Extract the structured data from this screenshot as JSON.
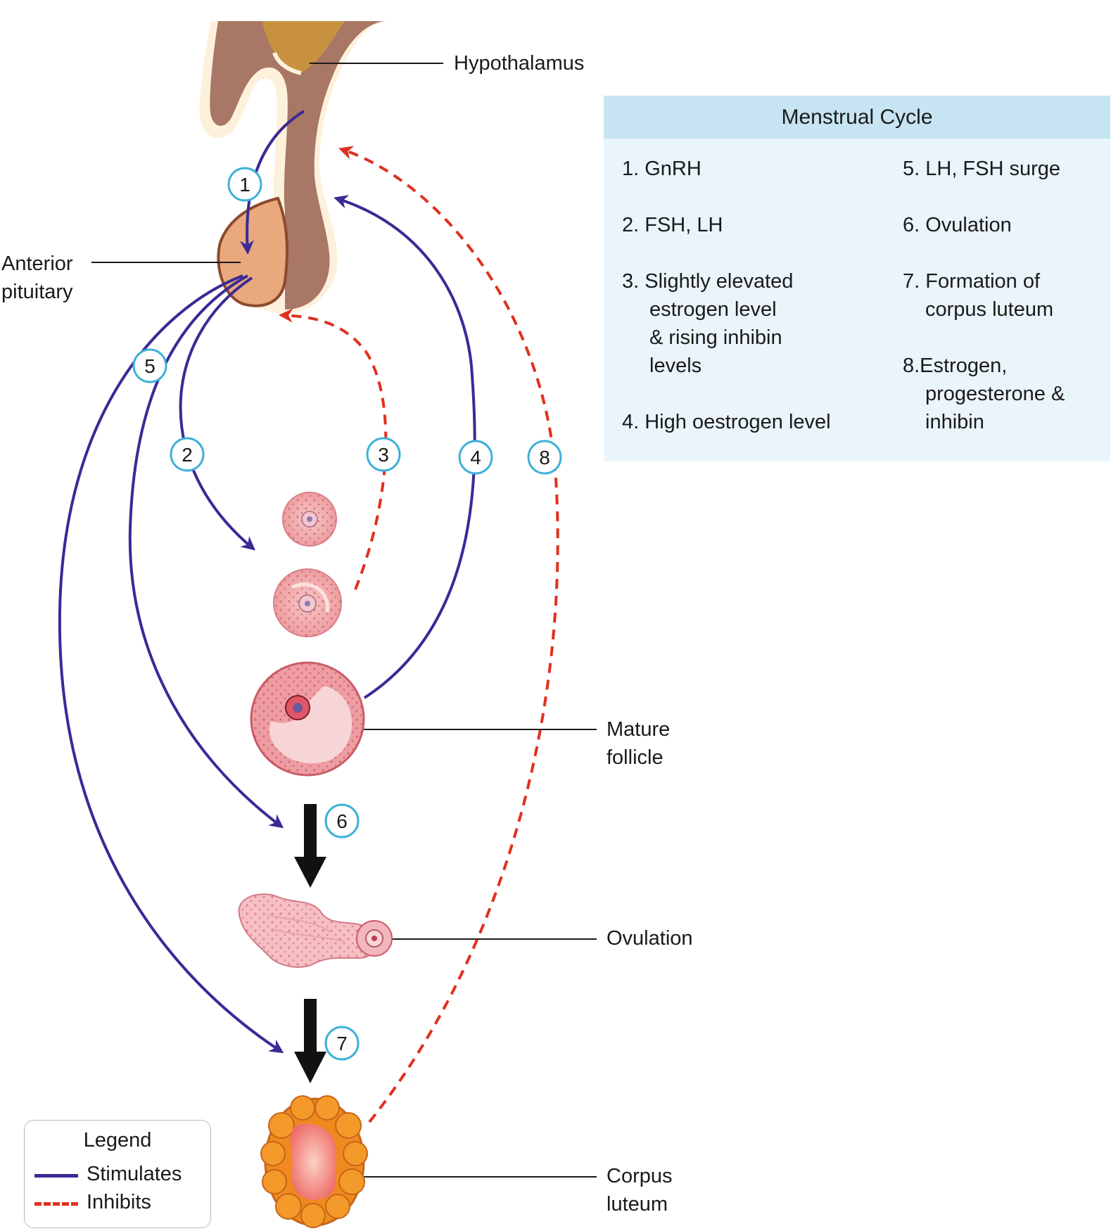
{
  "labels": {
    "hypothalamus": "Hypothalamus",
    "anterior_pituitary": [
      "Anterior",
      "pituitary"
    ],
    "mature_follicle": [
      "Mature",
      "follicle"
    ],
    "ovulation": "Ovulation",
    "corpus_luteum": [
      "Corpus",
      "luteum"
    ]
  },
  "steps": [
    "1",
    "2",
    "3",
    "4",
    "5",
    "6",
    "7",
    "8"
  ],
  "panel": {
    "title": "Menstrual Cycle",
    "left_items": [
      [
        "1. GnRH"
      ],
      [
        "2. FSH, LH"
      ],
      [
        "3. Slightly elevated",
        "estrogen level",
        "& rising inhibin",
        "levels"
      ],
      [
        "4. High oestrogen level"
      ]
    ],
    "right_items": [
      [
        "5. LH, FSH surge"
      ],
      [
        "6. Ovulation"
      ],
      [
        "7. Formation of",
        "corpus luteum"
      ],
      [
        "8.Estrogen,",
        "progesterone &",
        "inhibin"
      ]
    ]
  },
  "legend": {
    "title": "Legend",
    "stimulates": "Stimulates",
    "inhibits": "Inhibits"
  },
  "colors": {
    "stimulates": "#3a2a96",
    "inhibits": "#e0301e",
    "step_circle": "#3fb0d8",
    "panel_header": "#c6e4f2",
    "panel_body": "#eaf4fb"
  }
}
